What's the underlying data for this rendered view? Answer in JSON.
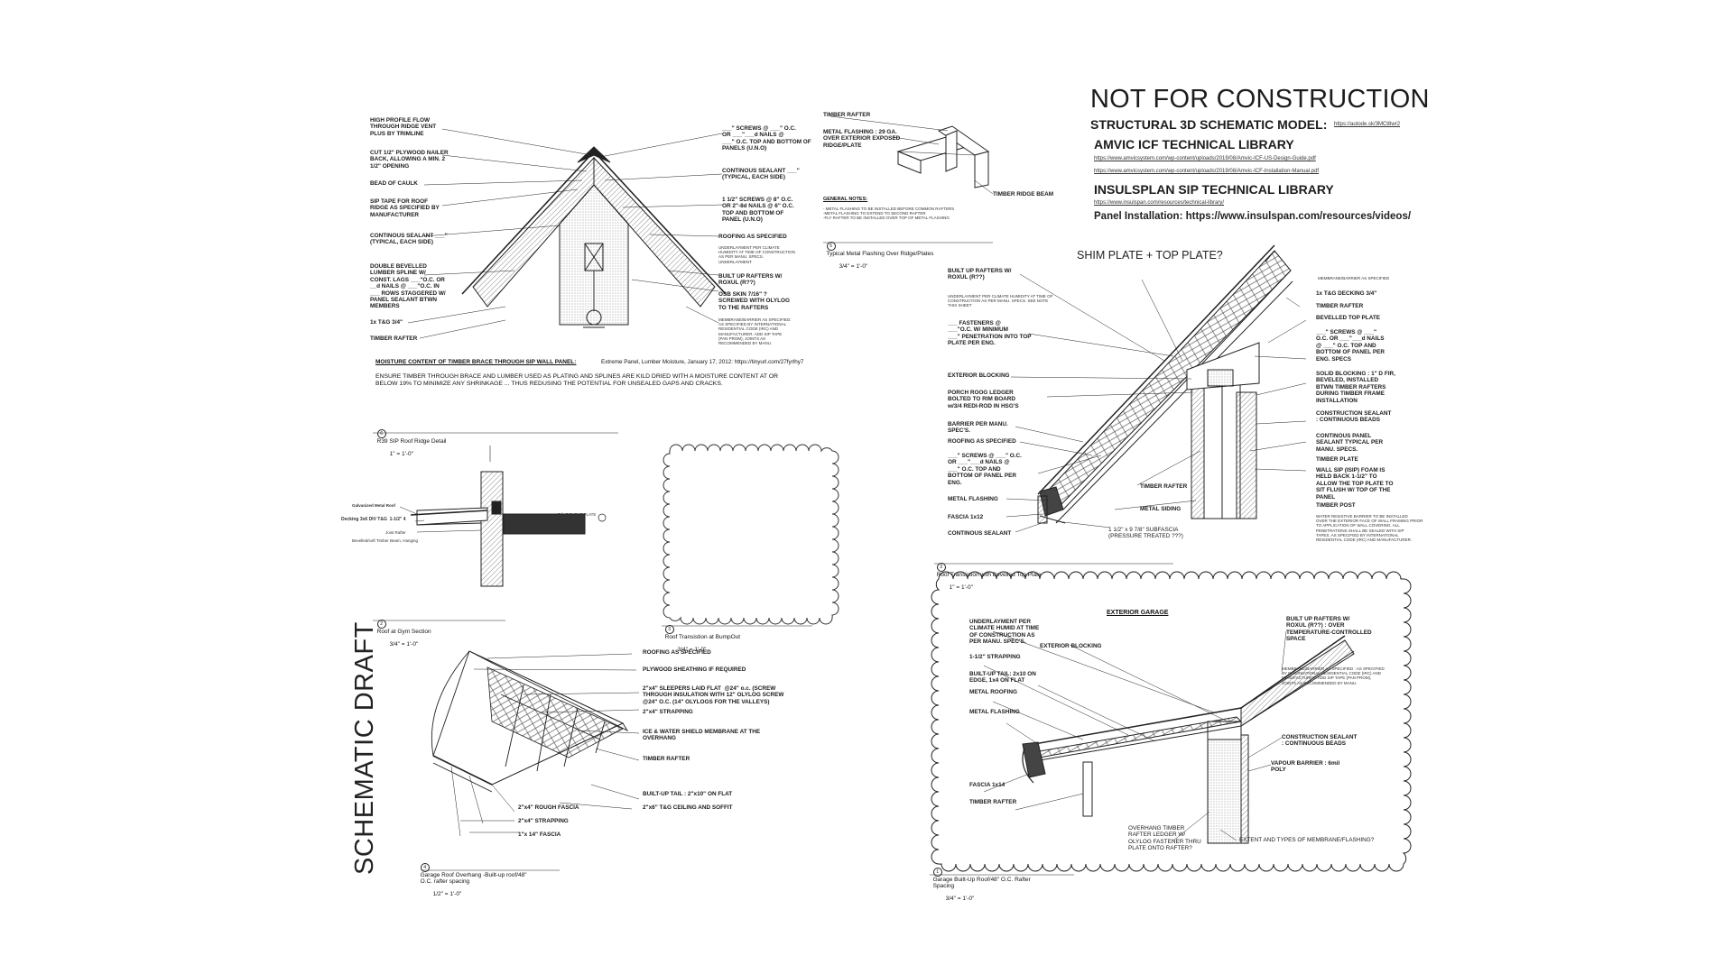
{
  "header": {
    "warning": "NOT FOR CONSTRUCTION",
    "structural_label": "STRUCTURAL 3D SCHEMATIC MODEL:",
    "structural_link": "https://autode.sk/3MCt8wr2",
    "amvic_title": "AMVIC ICF TECHNICAL LIBRARY",
    "amvic_link1": "https://www.amvicsystem.com/wp-content/uploads/2019/08/Amvic-ICF-US-Design-Guide.pdf",
    "amvic_link2": "https://www.amvicsystem.com/wp-content/uploads/2019/08/Amvic-ICF-Installation-Manual.pdf",
    "insulspan_title": "INSULSPLAN SIP TECHNICAL LIBRARY",
    "insulspan_link": "https://www.insulspan.com/resources/technical-library/",
    "panel_install": "Panel Installation:  https://www.insulspan.com/resources/videos/"
  },
  "side_label": "SCHEMATIC DRAFT",
  "ridge_detail": {
    "notes_left": [
      "HIGH PROFILE FLOW\nTHROUGH RIDGE VENT\nPLUS BY TRIMLINE",
      "CUT 1/2\" PLYWOOD NAILER\nBACK, ALLOWING A MIN. 2\n1/2\" OPENING",
      "BEAD OF CAULK",
      "SIP TAPE FOR ROOF\nRIDGE AS SPECIFIED BY\nMANUFACTURER",
      "CONTINOUS SEALANT ___\"\n(TYPICAL, EACH SIDE)",
      "DOUBLE BEVELLED\nLUMBER SPLINE W/\nCONST. LAGS ___\"O.C. OR\n__d NAILS @ ___\"O.C. IN\n___ ROWS STAGGERED W/\nPANEL SEALANT BTWN\nMEMBERS",
      "1x T&G 3/4\"",
      "TIMBER RAFTER"
    ],
    "notes_right": [
      "___\" SCREWS @ ___\" O.C.\nOR ___\"___d NAILS @\n___\" O.C. TOP AND BOTTOM OF\nPANELS (U.N.O)",
      "CONTINOUS SEALANT ___\"\n(TYPICAL, EACH SIDE)",
      "1 1/2\" SCREWS @ 8\" O.C.\nOR 2\"-8d NAILS @ 6\" O.C.\nTOP AND BOTTOM OF\nPANEL (U.N.O)",
      "ROOFING AS SPECIFIED",
      "UNDERLAYMENT PER CLIMATE\nHUMIDITY AT TIME OF CONSTRUCTION\nAS PER MANU. SPECS.\nUNDERLAYMENT",
      "BUILT UP RAFTERS W/\nROXUL (R??)",
      "OSB SKIN 7/16\" ?\nSCREWED WITH OLYLOG\nTO THE RAFTERS",
      "MEMBRANE/BARRIER AS SPECIFIED:\nAS SPECIFIED BY INTERNATIONAL\nRESIDENTIAL CODE (IRC) AND\nMANUFACTURER. ADD SIP TAPE\n(PAN PROM), JOINTS AS\nRECOMMENDED BY MANU."
    ],
    "moisture_heading": "MOISTURE CONTENT OF TIMBER BRACE THROUGH SIP WALL PANEL:",
    "moisture_source": "Extreme Panel, Lumber Moisture, January 17, 2012: https://tinyurl.com/27fyrlhy7",
    "moisture_text": "ENSURE TIMBER THROUGH BRACE AND LUMBER USED AS PLATING AND SPLINES ARE KILD DRIED WITH A MOISTURE CONTENT AT OR\nBELOW 19% TO MINIMIZE ANY SHRINKAGE ... THUS REDUSING THE POTENTIAL FOR UNSEALED GAPS AND CRACKS.",
    "title": "R39 SIP Roof Ridge Detail",
    "scale": "1\" = 1'-0\"",
    "number": "6"
  },
  "flashing_detail": {
    "notes": [
      "TIMBER RAFTER",
      "METAL FLASHING : 29 GA.\nOVER EXTERIOR EXPOSED\nRIDGE/PLATE",
      "TIMBER RIDGE BEAM"
    ],
    "general_notes_heading": "GENERAL NOTES:",
    "general_notes": "- METAL FLASHING TO BE INSTALLED BEFORE COMMON RAFTERS\n-METAL FLASHING TO EXTEND TO SECOND RAFTER\n-FLY RAFTER TO BE INSTALLED OVER TOP OF METAL FLASHING",
    "title": "Typical Metal Flashing Over Ridge/Plates",
    "scale": "3/4\" = 1'-0\"",
    "number": "5"
  },
  "transition_detail": {
    "question": "SHIM PLATE + TOP PLATE?",
    "notes_left": [
      "BUILT UP RAFTERS W/\nROXUL (R??)",
      "UNDERLAYMENT PER CLIMATE HUMIDITY AT TIME OF\nCONSTRUCTION AS PER MANU. SPECS. SEE NOTE\nTHIS SHEET",
      "___ FASTENERS @\n___\"O.C. W/ MINIMUM\n___\" PENETRATION INTO TOP\nPLATE PER ENG.",
      "EXTERIOR BLOCKING",
      "PORCH ROOG LEDGER\nBOLTED TO RIM BOARD\nw/3/4 REDI-ROD IN HSG'S",
      "BARRIER PER MANU.\nSPEC'S.",
      "ROOFING AS SPECIFIED",
      "___\" SCREWS @ ___\" O.C.\nOR ___\"___d NAILS @\n___\" O.C. TOP AND\nBOTTOM OF PANEL PER\nENG.",
      "METAL FLASHING",
      "FASCIA 1x12",
      "CONTINOUS SEALANT"
    ],
    "notes_mid": [
      "TIMBER RAFTER",
      "METAL SIDING",
      "1 1/2\" x 9 7/8\" SUBFASCIA\n(PRESSURE TREATED ???)"
    ],
    "notes_right": [
      "MEMBRANE/BARRIER AS SPECIFIED",
      "1x T&G DECKING 3/4\"",
      "TIMBER RAFTER",
      "BEVELLED TOP PLATE",
      "___\" SCREWS @ ___\"\nO.C. OR ___\"___d NAILS\n@ ___\" O.C. TOP AND\nBOTTOM OF PANEL PER\nENG. SPECS",
      "SOLID BLOCKING : 1\" D FIR,\nBEVELED, INSTALLED\nBTWN TIMBER RAFTERS\nDURING TIMBER FRAME\nINSTALLATION",
      "CONSTRUCTION SEALANT\n: CONTINUOUS BEADS",
      "CONTINOUS PANEL\nSEALANT TYPICAL PER\nMANU. SPECS.",
      "TIMBER PLATE",
      "WALL SIP (ISIP) FOAM IS\nHELD BACK 1-1/2\" TO\nALLOW THE TOP PLATE TO\nSIT FLUSH W/ TOP OF THE\nPANEL",
      "TIMBER POST",
      "WATER RESISTIVE BARRIER TO BE INSTALLED\nOVER THE EXTERIOR FACE OF WALL FRAMING PRIOR\nTO APPLICATION OF WALL COVERING. ALL\nPENETRATIONS SHALL BE SEALED WITH SIP\nTAPES. AS SPECIFIED BY INTERNATIONAL\nRESIDENTIAL CODE (IRC) AND MANUFACTURER."
    ],
    "title": "Roof Transistion with Bevelled Top Plate",
    "scale": "1\" = 1'-0\"",
    "number": "3"
  },
  "gym_detail": {
    "notes": [
      "Galvanized Metal Roof",
      "Decking 3x6 DIV T&G  1-1/2\" 4",
      "Joist Rafter",
      "Bevelled/soft Timber Beam, Hanging"
    ],
    "plate_note": "7 ft. DOUBLE PLATE\n10\" x 8\"",
    "title": "Roof at Gym Section",
    "scale": "3/4\" = 1'-0\"",
    "number": "2"
  },
  "bumpout_detail": {
    "title": "Roof Transistion at BumpOut",
    "scale": "3/4\" = 1'-0\"",
    "number": "3"
  },
  "overhang_detail": {
    "notes": [
      "ROOFING AS SPECIFIED",
      "PLYWOOD SHEATHING IF REQUIRED",
      "2\"x4\" SLEEPERS LAID FLAT  @24\" o.c. (SCREW\nTHROUGH INSULATION WITH 12\" OLYLOG SCREW\n@24\" O.C. (14\" OLYLOGS FOR THE VALLEYS)",
      "2\"x4\" STRAPPING",
      "ICE & WATER SHIELD MEMBRANE AT THE\nOVERHANG",
      "TIMBER RAFTER",
      "BUILT-UP TAIL : 2\"x10\" ON FLAT",
      "2\"x6\" T&G CEILING AND SOFFIT",
      "2\"x4\" ROUGH FASCIA",
      "2\"x4\" STRAPPING",
      "1\"x 14\" FASCIA"
    ],
    "title": "Garage Roof Overhang -Built-up roof/48\"\nO.C. rafter spacing",
    "scale": "1/2\" = 1'-0\"",
    "number": "4"
  },
  "garage_detail": {
    "heading": "EXTERIOR  GARAGE",
    "notes_left": [
      "UNDERLAYMENT PER\nCLIMATE HUMID AT TIME\nOF CONSTRUCTION AS\nPER MANU. SPEC'S.",
      "EXTERIOR BLOCKING",
      "1-1/2\" STRAPPING",
      "BUILT-UP TAIL: 2x10 ON\nEDGE, 1x4 ON FLAT",
      "METAL ROOFING",
      "METAL FLASHING",
      "FASCIA 1x14",
      "TIMBER RAFTER"
    ],
    "notes_right": [
      "BUILT UP RAFTERS W/\nROXUL (R??) : OVER\nTEMPERATURE-CONTROLLED\nSPACE",
      "MEMBRANE/BARRIER AS SPECIFIED : AS SPECIFIED\nBY INTERNATIONAL RESIDENTIAL CODE (IRC) AND\nMANUFACTURER. ADD SIP TAPE (PAN PROM),\nJOINTS AS RECOMMENDED BY MANU.",
      "CONSTRUCTION SEALANT\n: CONTINUOUS BEADS",
      "VAPOUR BARRIER : 6mil\nPOLY",
      "EXTENT AND TYPES OF MEMBRANE/FLASHING?"
    ],
    "note_bottom": "OVERHANG TIMBER\nRAFTER LEDGER W/\nOLYLOG FASTENER THRU\nPLATE ONTO RAFTER?",
    "title": "Garage Built-Up Roof/48\" O.C. Rafter\nSpacing",
    "scale": "3/4\" = 1'-0\"",
    "number": "1"
  }
}
